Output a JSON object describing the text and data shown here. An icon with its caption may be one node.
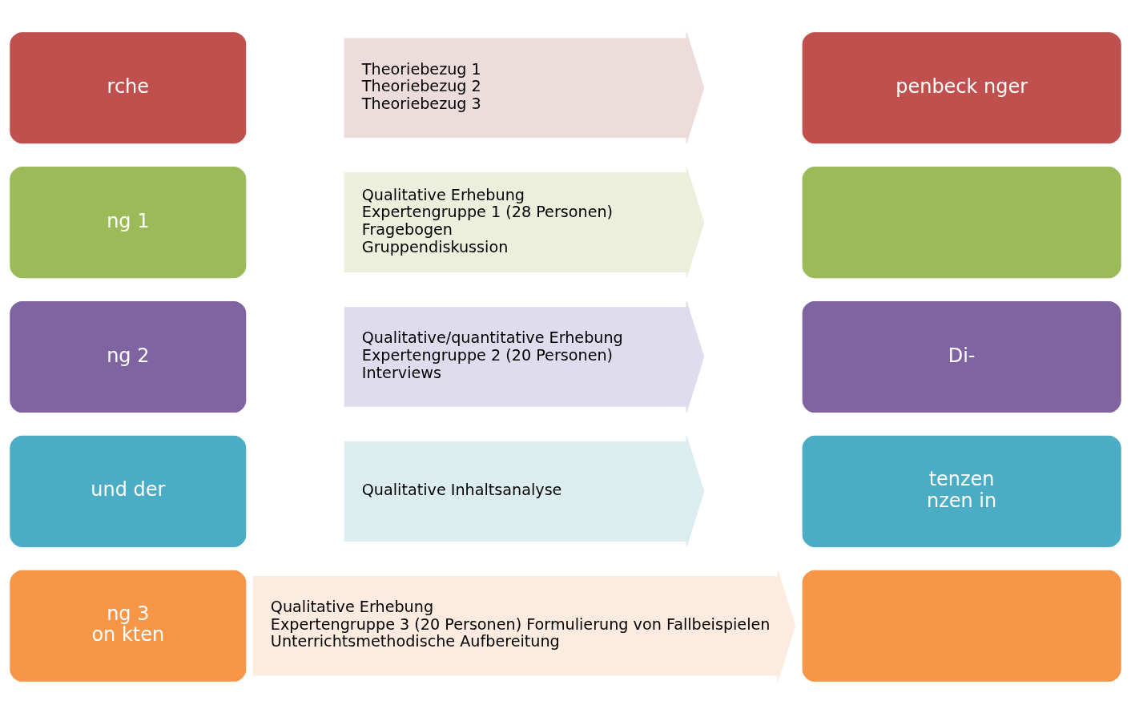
{
  "diagram": {
    "nodes": [
      {
        "text": [
          "rche"
        ]
      },
      {
        "text": [
          "Theoriebezug 1",
          "Theoriebezug 2",
          "Theoriebezug 3"
        ]
      },
      {
        "text": [
          "penbeck nger"
        ]
      },
      {
        "text": [
          "ng 1"
        ]
      },
      {
        "text": [
          "Qualitative Erhebung",
          "Expertengruppe 1 (28 Personen)",
          "Fragebogen",
          "Gruppendiskussion"
        ]
      },
      {
        "text": [],
        "shape": "box"
      },
      {
        "text": [
          "ng 2"
        ]
      },
      {
        "text": [
          "Qualitative/quantitative Erhebung",
          "Expertengruppe 2 (20 Personen)",
          "Interviews"
        ]
      },
      {
        "text": [
          "Di-"
        ]
      },
      {
        "text": [
          "und der"
        ]
      },
      {
        "text": [
          "Qualitative Inhaltsanalyse"
        ]
      },
      {
        "text": [
          "tenzen",
          "nzen in"
        ]
      },
      {
        "text": [
          "ng 3",
          "on kten"
        ]
      },
      {
        "text": [
          "Qualitative Erhebung",
          "Expertengruppe 3 (20 Personen) Formulierung von Fallbeispielen",
          "Unterrichtsmethodische Aufbereitung"
        ]
      },
      {
        "text": [],
        "shape": "box"
      }
    ]
  }
}
